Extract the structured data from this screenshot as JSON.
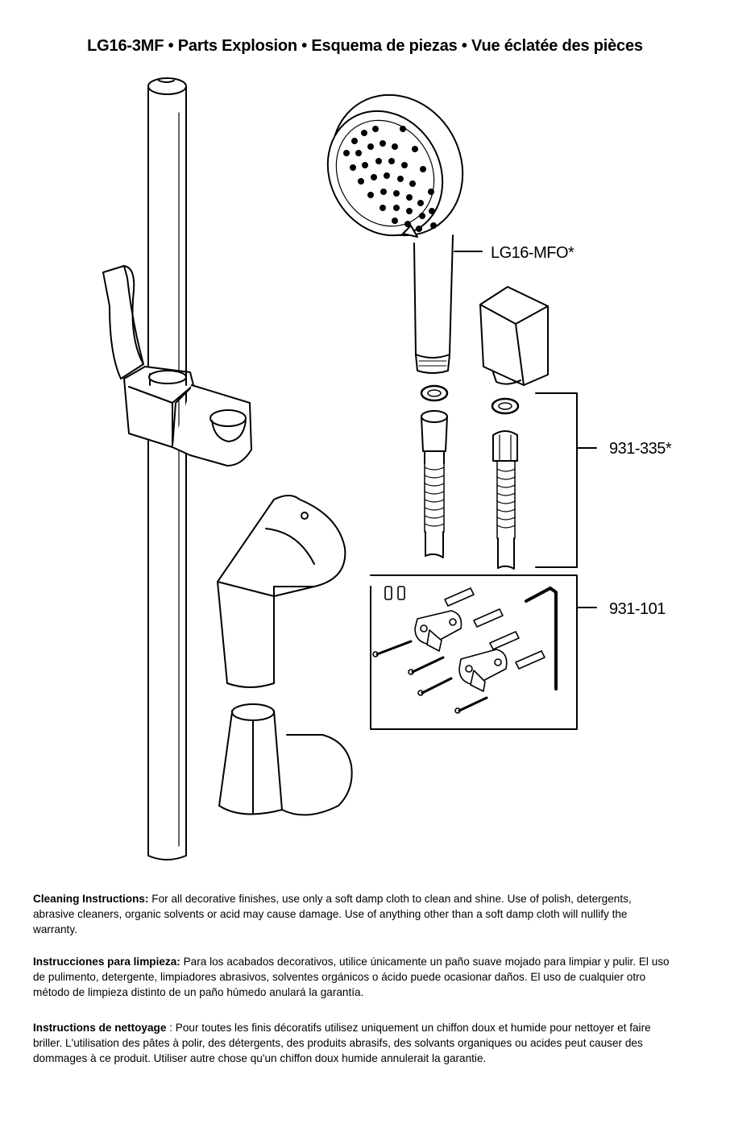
{
  "title": "LG16-3MF • Parts Explosion • Esquema de piezas • Vue éclatée des pièces",
  "parts": {
    "handshower": "LG16-MFO*",
    "hose": "931-335*",
    "mounting_kit": "931-101"
  },
  "instructions": {
    "en": {
      "heading": "Cleaning Instructions:",
      "body": "For all decorative finishes, use only a soft damp cloth to clean and shine. Use of polish, detergents, abrasive cleaners, organic solvents or acid may cause damage. Use of anything other than a soft damp cloth will nullify the warranty."
    },
    "es": {
      "heading": "Instrucciones para limpieza:",
      "body": "Para los acabados decorativos, utilice únicamente un paño suave mojado para limpiar y pulir. El uso de pulimento, detergente, limpiadores abrasivos, solventes orgánicos o ácido puede ocasionar daños. El uso de cualquier otro método de limpieza distinto de un paño húmedo anulará la garantía."
    },
    "fr": {
      "heading": "Instructions de nettoyage",
      "body": ": Pour toutes les finis décoratifs utilisez uniquement un chiffon doux et humide pour nettoyer et faire briller. L'utilisation des pâtes à polir, des détergents, des produits abrasifs, des solvants organiques ou acides peut causer des dommages à ce produit. Utiliser autre chose qu'un chiffon doux humide annulerait la garantie."
    }
  }
}
